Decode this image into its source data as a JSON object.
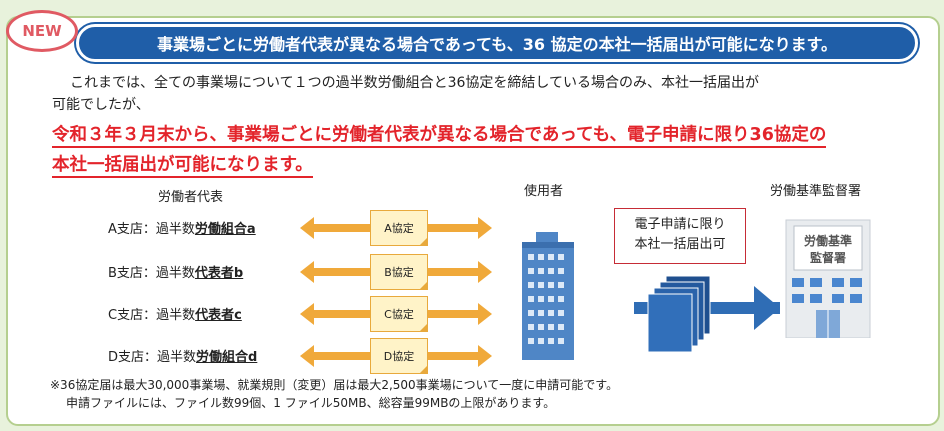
{
  "badge": "NEW",
  "title": "事業場ごとに労働者代表が異なる場合であっても、36 協定の本社一括届出が可能になります。",
  "intro": {
    "line1": "これまでは、全ての事業場について１つの過半数労働組合と36協定を締結している場合のみ、本社一括届出が",
    "line2": "可能でしたが、"
  },
  "highlight": {
    "line1": "令和３年３月末から、事業場ごとに労働者代表が異なる場合であっても、電子申請に限り36協定の",
    "line2": "本社一括届出が可能になります。"
  },
  "labels": {
    "workers": "労働者代表",
    "employer": "使用者",
    "office": "労働基準監督署"
  },
  "branches": [
    {
      "prefix": "A支店：過半数",
      "rep": "労働組合a",
      "doc": "A協定"
    },
    {
      "prefix": "B支店：過半数",
      "rep": "代表者b",
      "doc": "B協定"
    },
    {
      "prefix": "C支店：過半数",
      "rep": "代表者c",
      "doc": "C協定"
    },
    {
      "prefix": "D支店：過半数",
      "rep": "労働組合d",
      "doc": "D協定"
    }
  ],
  "e_apply": {
    "line1": "電子申請に限り",
    "line2": "本社一括届出可"
  },
  "office_sign": {
    "line1": "労働基準",
    "line2": "監督署"
  },
  "notes": {
    "line1": "※36協定届は最大30,000事業場、就業規則（変更）届は最大2,500事業場について一度に申請可能です。",
    "line2": "申請ファイルには、ファイル数99個、1 ファイル50MB、総容量99MBの上限があります。"
  },
  "colors": {
    "title_bg": "#1f5ea8",
    "accent_red": "#e3242b",
    "arrow_orange": "#f0a93a",
    "frame_green": "#b5cf8f",
    "building_blue": "#4f86c6"
  }
}
